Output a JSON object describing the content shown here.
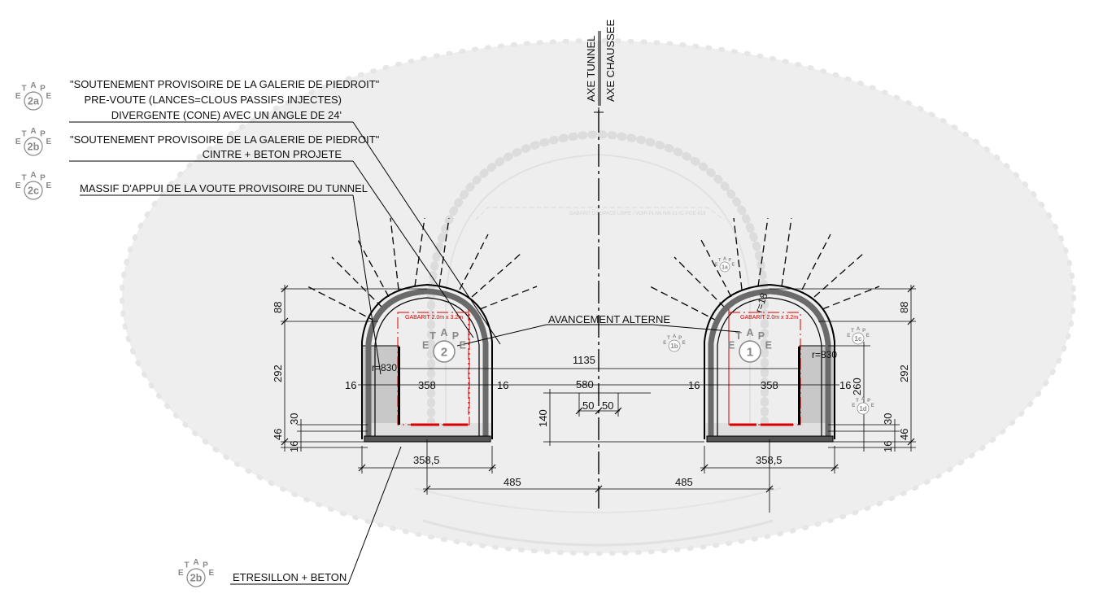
{
  "labels": {
    "axis_tunnel": "AXE TUNNEL",
    "axis_road": "AXE CHAUSSEE",
    "note_2a_line1": "\"SOUTENEMENT PROVISOIRE DE LA GALERIE DE PIEDROIT\"",
    "note_2a_line2": "PRE-VOUTE (LANCES=CLOUS PASSIFS INJECTES)",
    "note_2a_line3": "DIVERGENTE (CONE) AVEC UN ANGLE DE 24'",
    "note_2b_line1": "\"SOUTENEMENT PROVISOIRE DE LA GALERIE DE PIEDROIT\"",
    "note_2b_line2": "CINTRE + BETON PROJETE",
    "note_2c": "MASSIF D'APPUI DE LA VOUTE PROVISOIRE DU TUNNEL",
    "note_etresillon": "ETRESILLON + BETON",
    "avancement": "AVANCEMENT ALTERNE",
    "gabarit_left": "GABARIT 2.0m x 3.2m",
    "gabarit_right": "GABARIT 2.0m x 3.2m",
    "gabarit_big": "GABARIT D'ESPACE LIBRE / VOIR PLAN N4I-31-IC-PGE-619",
    "r830": "r=830",
    "r_dim": "r=18"
  },
  "badges": {
    "etape_word": [
      "E",
      "T",
      "A",
      "P",
      "E"
    ],
    "b2a": "2a",
    "b2b": "2b",
    "b2c": "2c",
    "b2b_bottom": "2b",
    "b2": "2",
    "b1": "1",
    "b1a": "1a",
    "b1b": "1b",
    "b1c": "1c",
    "b1d": "1d"
  },
  "dimensions": {
    "d88_left": "88",
    "d292_left": "292",
    "d30_left": "30",
    "d46_left": "46",
    "d16_left": "16",
    "d16a": "16",
    "d358_left": "358",
    "d16b": "16",
    "d1135": "1135",
    "d580": "580",
    "d140": "140",
    "d50a": "50",
    "d50b": "50",
    "d16c": "16",
    "d358_right": "358",
    "d16d": "16",
    "d260": "260",
    "d88_right": "88",
    "d292_right": "292",
    "d30_right": "30",
    "d46_right": "46",
    "d16_right": "16",
    "d358_5_left": "358,5",
    "d358_5_right": "358,5",
    "d485_left": "485",
    "d485_right": "485"
  },
  "colors": {
    "cloud": "#eeeeee",
    "hatch": "#c8c8c8",
    "badge": "#888888",
    "gabarit": "#dd0000",
    "ink": "#000000"
  }
}
